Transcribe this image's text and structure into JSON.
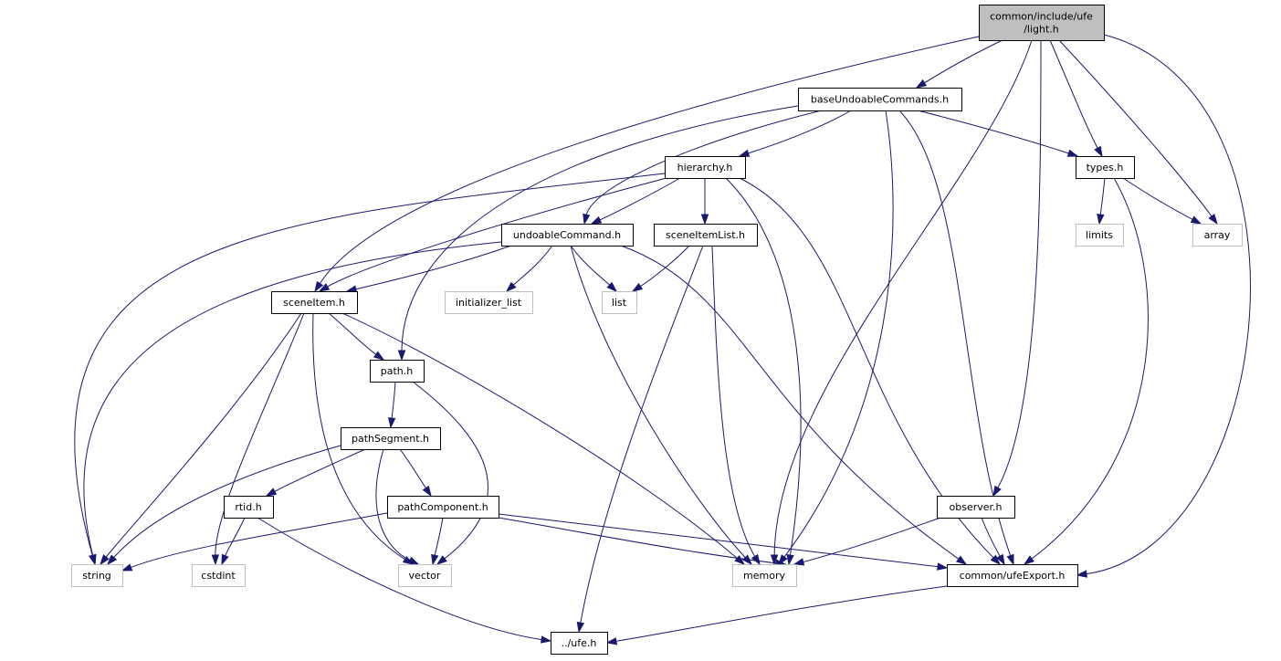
{
  "diagram": {
    "type": "include-dependency-graph",
    "colors": {
      "edge": "#191970",
      "root_fill": "#bfbfbf",
      "root_border": "#000000",
      "internal_fill": "#ffffff",
      "internal_border": "#000000",
      "external_fill": "#ffffff",
      "external_border": "#bfbfbf",
      "external_text": "#000000"
    },
    "nodes": [
      {
        "id": "light",
        "label_lines": [
          "common/include/ufe",
          "/light.h"
        ],
        "kind": "root"
      },
      {
        "id": "baseUndoableCommands",
        "label_lines": [
          "baseUndoableCommands.h"
        ],
        "kind": "internal"
      },
      {
        "id": "hierarchy",
        "label_lines": [
          "hierarchy.h"
        ],
        "kind": "internal"
      },
      {
        "id": "types",
        "label_lines": [
          "types.h"
        ],
        "kind": "internal"
      },
      {
        "id": "limits",
        "label_lines": [
          "limits"
        ],
        "kind": "external"
      },
      {
        "id": "array",
        "label_lines": [
          "array"
        ],
        "kind": "external"
      },
      {
        "id": "undoableCommand",
        "label_lines": [
          "undoableCommand.h"
        ],
        "kind": "internal"
      },
      {
        "id": "sceneItemList",
        "label_lines": [
          "sceneItemList.h"
        ],
        "kind": "internal"
      },
      {
        "id": "initializer_list",
        "label_lines": [
          "initializer_list"
        ],
        "kind": "external"
      },
      {
        "id": "list",
        "label_lines": [
          "list"
        ],
        "kind": "external"
      },
      {
        "id": "sceneItem",
        "label_lines": [
          "sceneItem.h"
        ],
        "kind": "internal"
      },
      {
        "id": "path",
        "label_lines": [
          "path.h"
        ],
        "kind": "internal"
      },
      {
        "id": "pathSegment",
        "label_lines": [
          "pathSegment.h"
        ],
        "kind": "internal"
      },
      {
        "id": "rtid",
        "label_lines": [
          "rtid.h"
        ],
        "kind": "internal"
      },
      {
        "id": "pathComponent",
        "label_lines": [
          "pathComponent.h"
        ],
        "kind": "internal"
      },
      {
        "id": "observer",
        "label_lines": [
          "observer.h"
        ],
        "kind": "internal"
      },
      {
        "id": "string",
        "label_lines": [
          "string"
        ],
        "kind": "external"
      },
      {
        "id": "cstdint",
        "label_lines": [
          "cstdint"
        ],
        "kind": "external"
      },
      {
        "id": "vector",
        "label_lines": [
          "vector"
        ],
        "kind": "external"
      },
      {
        "id": "memory",
        "label_lines": [
          "memory"
        ],
        "kind": "external"
      },
      {
        "id": "ufeExport",
        "label_lines": [
          "common/ufeExport.h"
        ],
        "kind": "internal"
      },
      {
        "id": "ufe",
        "label_lines": [
          "../ufe.h"
        ],
        "kind": "internal"
      }
    ],
    "edges": [
      {
        "from": "light",
        "to": "baseUndoableCommands"
      },
      {
        "from": "light",
        "to": "sceneItem"
      },
      {
        "from": "light",
        "to": "memory"
      },
      {
        "from": "light",
        "to": "observer"
      },
      {
        "from": "light",
        "to": "types"
      },
      {
        "from": "light",
        "to": "array"
      },
      {
        "from": "light",
        "to": "ufeExport"
      },
      {
        "from": "baseUndoableCommands",
        "to": "hierarchy"
      },
      {
        "from": "baseUndoableCommands",
        "to": "undoableCommand"
      },
      {
        "from": "baseUndoableCommands",
        "to": "path"
      },
      {
        "from": "baseUndoableCommands",
        "to": "memory"
      },
      {
        "from": "baseUndoableCommands",
        "to": "ufeExport"
      },
      {
        "from": "baseUndoableCommands",
        "to": "types"
      },
      {
        "from": "hierarchy",
        "to": "string"
      },
      {
        "from": "hierarchy",
        "to": "sceneItem"
      },
      {
        "from": "hierarchy",
        "to": "undoableCommand"
      },
      {
        "from": "hierarchy",
        "to": "sceneItemList"
      },
      {
        "from": "hierarchy",
        "to": "memory"
      },
      {
        "from": "hierarchy",
        "to": "ufeExport"
      },
      {
        "from": "types",
        "to": "limits"
      },
      {
        "from": "types",
        "to": "array"
      },
      {
        "from": "types",
        "to": "ufeExport"
      },
      {
        "from": "undoableCommand",
        "to": "string"
      },
      {
        "from": "undoableCommand",
        "to": "sceneItem"
      },
      {
        "from": "undoableCommand",
        "to": "initializer_list"
      },
      {
        "from": "undoableCommand",
        "to": "list"
      },
      {
        "from": "undoableCommand",
        "to": "memory"
      },
      {
        "from": "undoableCommand",
        "to": "ufeExport"
      },
      {
        "from": "sceneItemList",
        "to": "list"
      },
      {
        "from": "sceneItemList",
        "to": "ufe"
      },
      {
        "from": "sceneItemList",
        "to": "memory"
      },
      {
        "from": "sceneItem",
        "to": "path"
      },
      {
        "from": "sceneItem",
        "to": "string"
      },
      {
        "from": "sceneItem",
        "to": "cstdint"
      },
      {
        "from": "sceneItem",
        "to": "vector"
      },
      {
        "from": "sceneItem",
        "to": "memory"
      },
      {
        "from": "path",
        "to": "pathSegment"
      },
      {
        "from": "path",
        "to": "vector"
      },
      {
        "from": "pathSegment",
        "to": "string"
      },
      {
        "from": "pathSegment",
        "to": "rtid"
      },
      {
        "from": "pathSegment",
        "to": "vector"
      },
      {
        "from": "pathSegment",
        "to": "pathComponent"
      },
      {
        "from": "rtid",
        "to": "cstdint"
      },
      {
        "from": "rtid",
        "to": "ufe"
      },
      {
        "from": "pathComponent",
        "to": "string"
      },
      {
        "from": "pathComponent",
        "to": "vector"
      },
      {
        "from": "pathComponent",
        "to": "memory"
      },
      {
        "from": "pathComponent",
        "to": "ufeExport"
      },
      {
        "from": "observer",
        "to": "memory"
      },
      {
        "from": "observer",
        "to": "ufeExport"
      },
      {
        "from": "ufeExport",
        "to": "ufe"
      }
    ]
  }
}
